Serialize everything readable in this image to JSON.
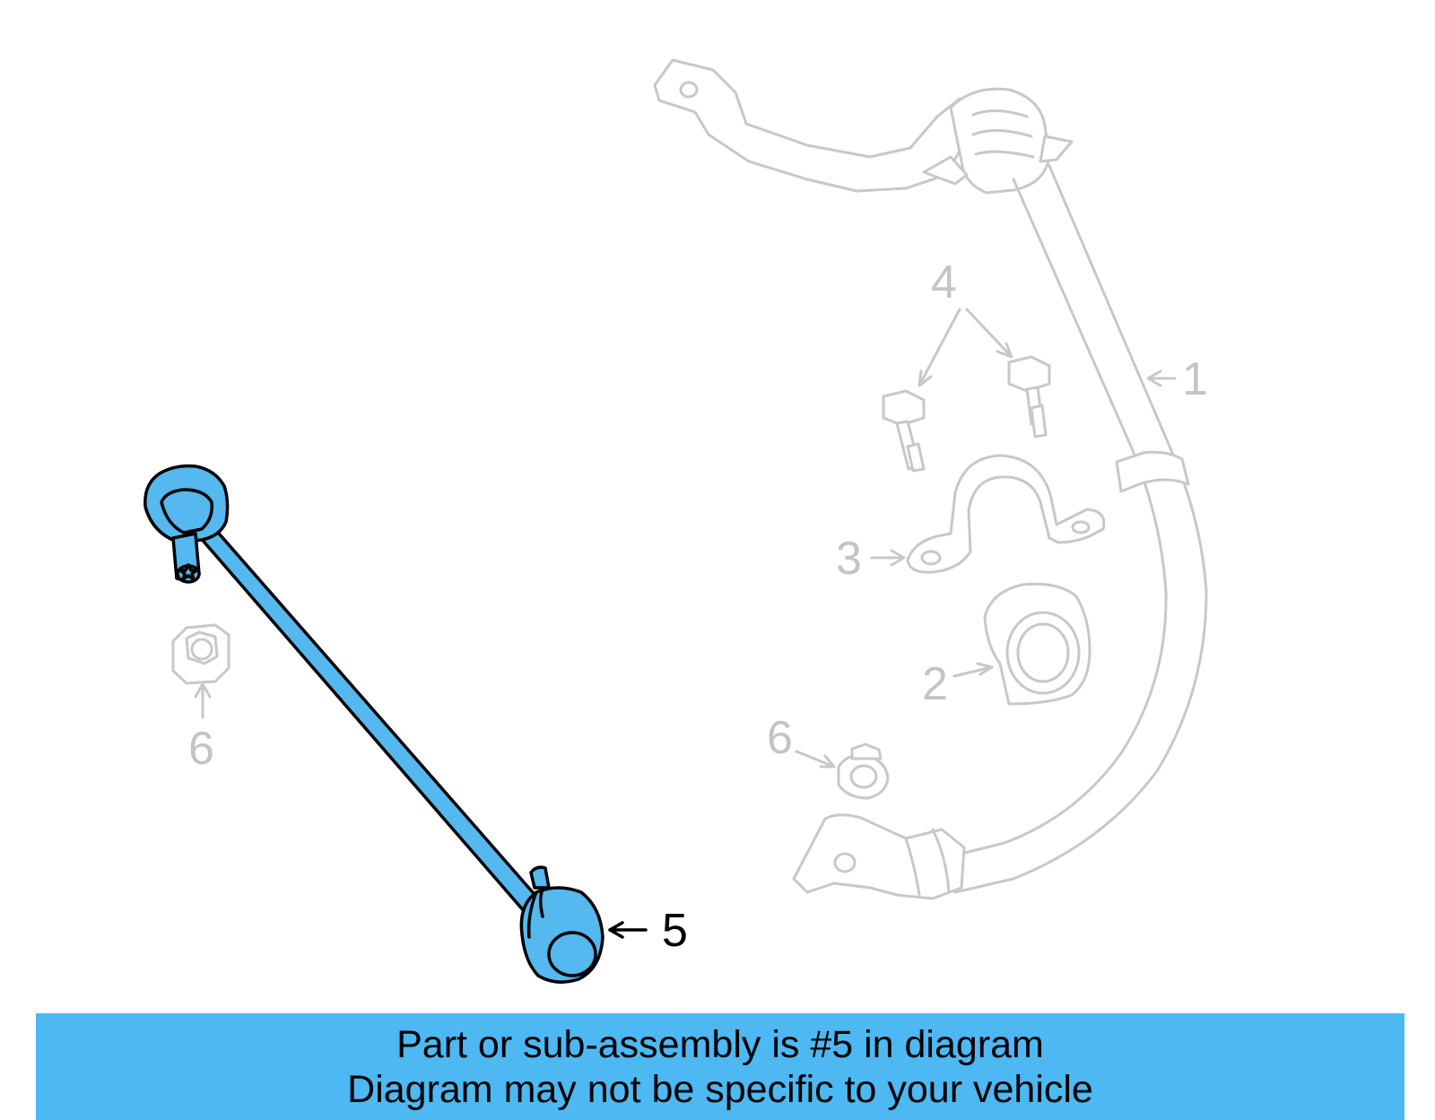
{
  "diagram": {
    "callouts": {
      "stabilizer_bar": "1",
      "bushing": "2",
      "bracket": "3",
      "bolt": "4",
      "link": "5",
      "nut_left": "6",
      "nut_right": "6"
    },
    "highlighted_part": "5"
  },
  "banner": {
    "line1": "Part or sub-assembly is #5 in diagram",
    "line2": "Diagram may not be specific to your vehicle"
  },
  "colors": {
    "highlight": "#55b8ef",
    "banner": "#4db8f2",
    "ghost": "#c8c8c8"
  },
  "icons": {
    "arrow": "callout-arrow"
  }
}
